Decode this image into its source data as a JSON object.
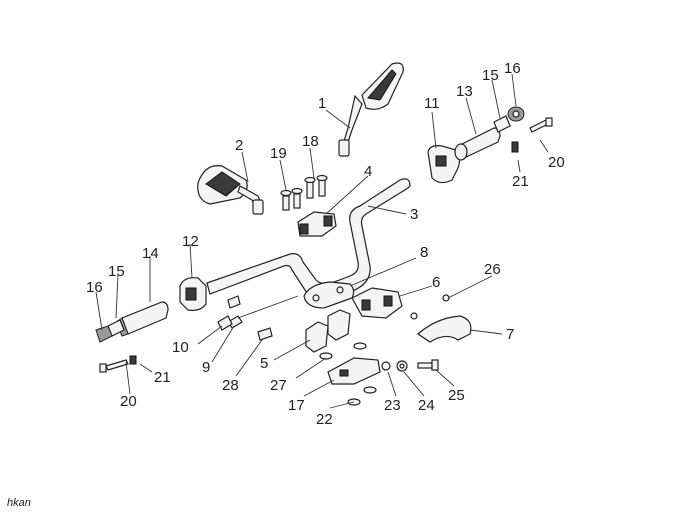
{
  "callouts": [
    "1",
    "2",
    "3",
    "4",
    "5",
    "6",
    "7",
    "8",
    "9",
    "10",
    "11",
    "12",
    "13",
    "14",
    "15",
    "16",
    "17",
    "18",
    "19",
    "20",
    "21",
    "22",
    "23",
    "24",
    "25",
    "26",
    "27",
    "28"
  ],
  "callouts_repeat": [
    "15",
    "16",
    "20",
    "21"
  ],
  "footer_text": "hkan",
  "colors": {
    "line": "#222222",
    "background": "#ffffff"
  }
}
